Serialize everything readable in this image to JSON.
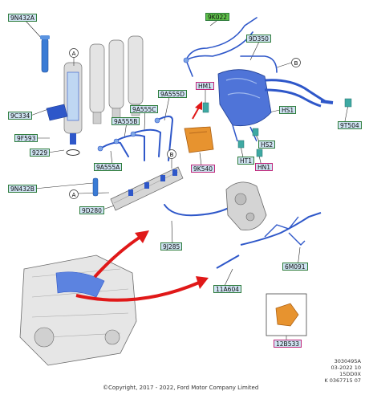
{
  "callouts": {
    "c9N432A": "9N432A",
    "c9K022": "9K022",
    "c9D350": "9D350",
    "cHM1": "HM1",
    "c9A555D": "9A555D",
    "c9A555C": "9A555C",
    "c9A555B": "9A555B",
    "c9C334": "9C334",
    "c9F593": "9F593",
    "c9229": "9229",
    "c9A555A": "9A555A",
    "c9N432B": "9N432B",
    "c9D280": "9D280",
    "c9J285": "9J285",
    "cHS1": "HS1",
    "c9T504": "9T504",
    "cHS2": "HS2",
    "cHT1": "HT1",
    "cHN1": "HN1",
    "c9K540": "9K540",
    "c6M091": "6M091",
    "c11A604": "11A604",
    "c12B533": "12B533"
  },
  "markers": {
    "A": "A",
    "B": "B"
  },
  "footer": {
    "line1": "3030495A",
    "line2": "03-2022 10",
    "line3": "15DD0X",
    "line4": "K 0367715 07",
    "copyright": "©Copyright, 2017 - 2022, Ford Motor Company Limited"
  },
  "colors": {
    "part_blue": "#2e57c9",
    "label_fill": "#cfe3f2",
    "label_border": "#2f7d3c",
    "arrow_red": "#e01818",
    "bracket_orange": "#e7932f"
  }
}
